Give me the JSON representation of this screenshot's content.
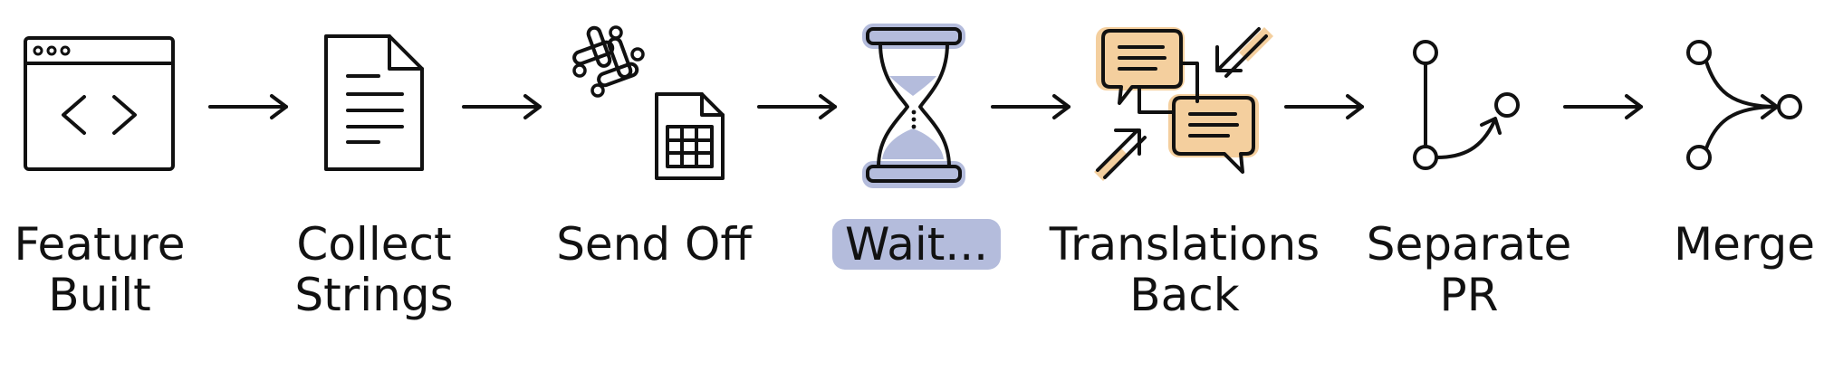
{
  "diagram": {
    "steps": [
      {
        "id": "feature-built",
        "lines": [
          "Feature",
          "Built"
        ],
        "icon": "code-window-icon"
      },
      {
        "id": "collect-strings",
        "lines": [
          "Collect",
          "Strings"
        ],
        "icon": "document-icon"
      },
      {
        "id": "send-off",
        "lines": [
          "Send Off"
        ],
        "icon": "slack-spreadsheet-icon"
      },
      {
        "id": "wait",
        "lines": [
          "Wait..."
        ],
        "icon": "hourglass-icon",
        "highlighted": true
      },
      {
        "id": "translations-back",
        "lines": [
          "Translations",
          "Back"
        ],
        "icon": "chat-bubbles-icon"
      },
      {
        "id": "separate-pr",
        "lines": [
          "Separate",
          "PR"
        ],
        "icon": "git-branch-icon"
      },
      {
        "id": "merge",
        "lines": [
          "Merge"
        ],
        "icon": "git-merge-icon"
      }
    ],
    "colors": {
      "ink": "#111111",
      "highlight_blue": "#b4bcdc",
      "highlight_orange": "#f4cf9e"
    }
  }
}
